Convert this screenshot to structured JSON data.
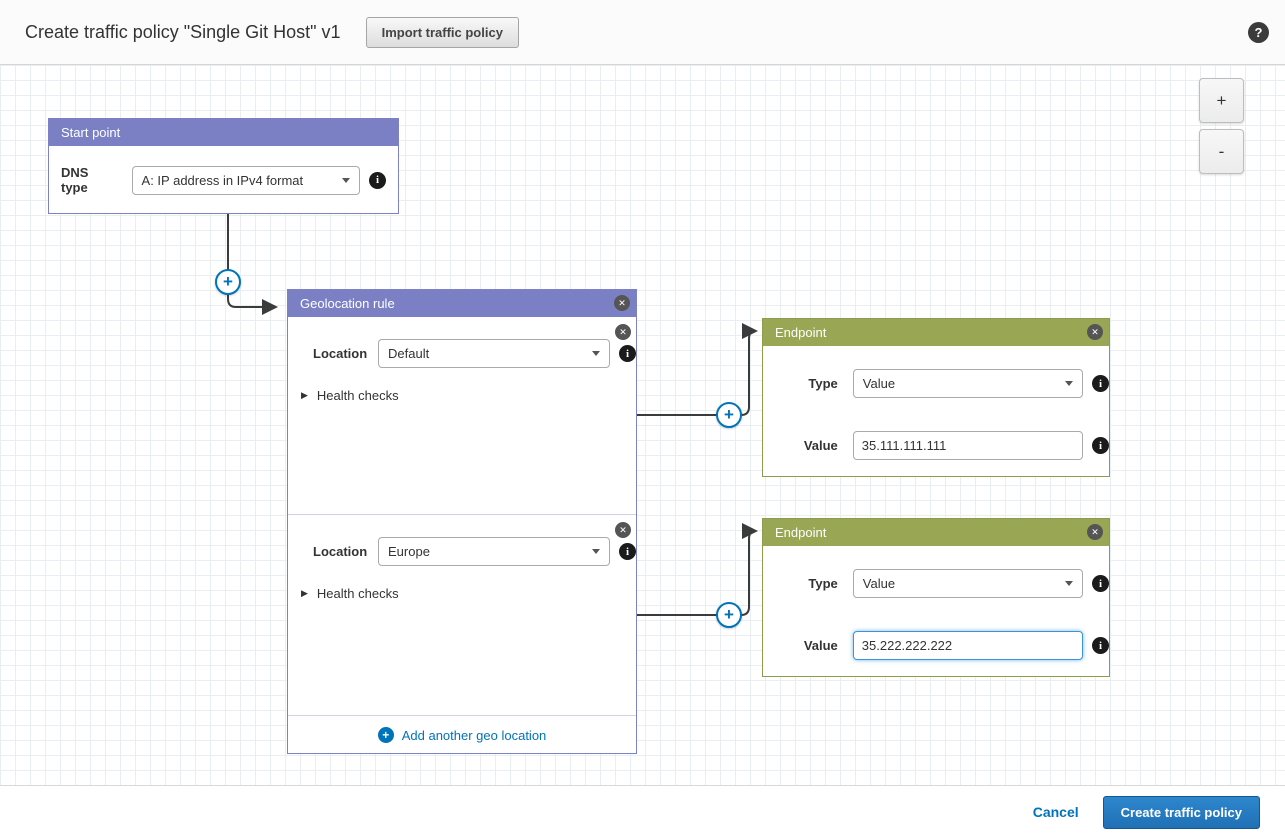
{
  "header": {
    "title": "Create traffic policy \"Single Git Host\" v1",
    "import_button_label": "Import traffic policy"
  },
  "zoom_controls": {
    "zoom_in_label": "+",
    "zoom_out_label": "-"
  },
  "icons": {
    "help": "?",
    "info": "i",
    "close": "✕",
    "disclosure_triangle": "▶",
    "plus": "+"
  },
  "canvas": {
    "start_point": {
      "title": "Start point",
      "dns_type_label": "DNS type",
      "dns_type_value": "A: IP address in IPv4 format"
    },
    "geolocation_rule": {
      "title": "Geolocation rule",
      "rows": [
        {
          "location_label": "Location",
          "location_value": "Default",
          "health_checks_label": "Health checks"
        },
        {
          "location_label": "Location",
          "location_value": "Europe",
          "health_checks_label": "Health checks"
        }
      ],
      "add_link_label": "Add another geo location"
    },
    "endpoints": [
      {
        "title": "Endpoint",
        "type_label": "Type",
        "type_value": "Value",
        "value_label": "Value",
        "value_text": "35.111.111.111"
      },
      {
        "title": "Endpoint",
        "type_label": "Type",
        "type_value": "Value",
        "value_label": "Value",
        "value_text": "35.222.222.222"
      }
    ]
  },
  "footer": {
    "cancel_label": "Cancel",
    "create_button_label": "Create traffic policy"
  },
  "colors": {
    "rule_header_purple": "#7b80c5",
    "endpoint_header_green": "#99a755",
    "link_blue": "#0073bb",
    "primary_button_blue": "#2070b5",
    "connector_line": "#3b3b3b"
  }
}
